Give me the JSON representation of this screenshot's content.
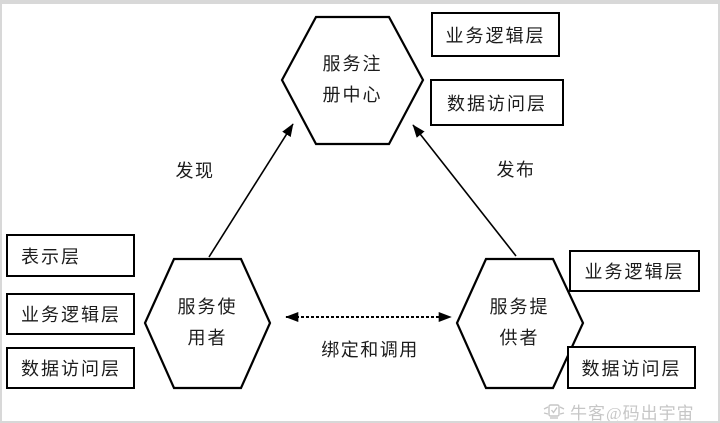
{
  "page": {
    "background": "#ffffff",
    "frame_color": "#d8d8d8",
    "line_color": "#000000"
  },
  "diagram": {
    "nodes": [
      {
        "id": "service-registry",
        "label": "服务注册中心",
        "line1": "服务注",
        "line2": "册中心"
      },
      {
        "id": "service-consumer",
        "label": "服务使用者",
        "line1": "服务使",
        "line2": "用者"
      },
      {
        "id": "service-provider",
        "label": "服务提供者",
        "line1": "服务提",
        "line2": "供者"
      }
    ],
    "edges": [
      {
        "id": "discover",
        "label": "发现",
        "from": "service-consumer",
        "to": "service-registry",
        "style": "solid-arrow"
      },
      {
        "id": "publish",
        "label": "发布",
        "from": "service-provider",
        "to": "service-registry",
        "style": "solid-arrow"
      },
      {
        "id": "bind-invoke",
        "label": "绑定和调用",
        "from": "service-consumer",
        "to": "service-provider",
        "style": "dashed-double-arrow"
      }
    ],
    "layer_boxes": {
      "left": [
        "表示层",
        "业务逻辑层",
        "数据访问层"
      ],
      "top_right": [
        "业务逻辑层",
        "数据访问层"
      ],
      "bottom_right": [
        "业务逻辑层",
        "数据访问层"
      ]
    }
  },
  "watermark": {
    "icon": "nowcoder-logo",
    "text": "牛客@码出宇宙",
    "color": "#c6c6c6"
  }
}
